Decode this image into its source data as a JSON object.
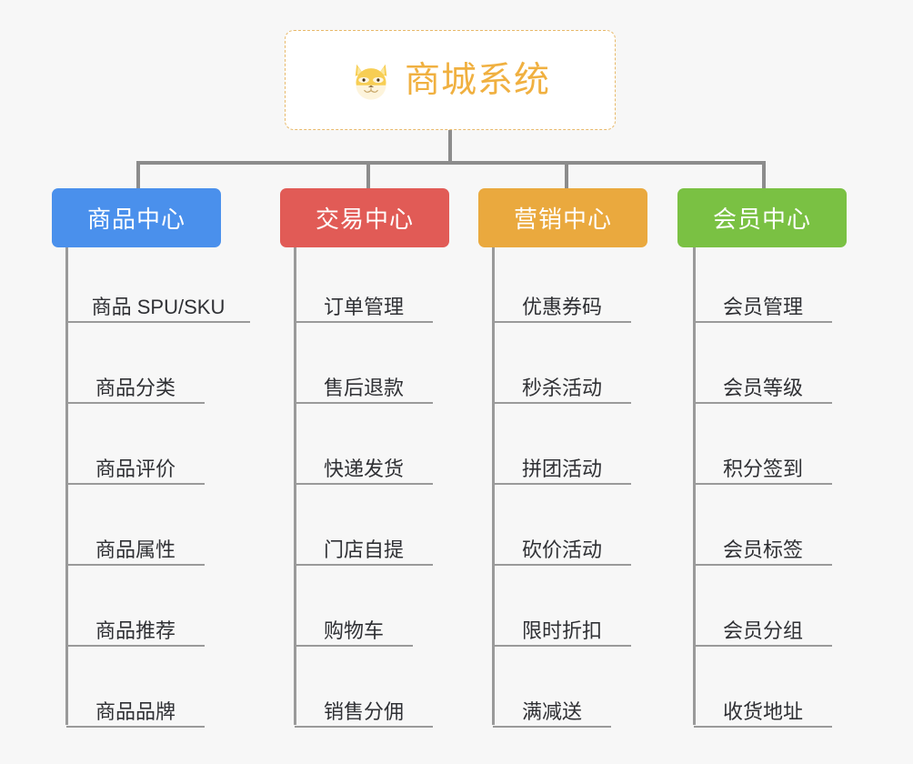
{
  "background_color": "#f7f7f7",
  "root": {
    "title": "商城系统",
    "icon": "shiba-dog-face-icon",
    "text_color": "#f0b040",
    "border_color": "#e8b96a",
    "fill_color": "#ffffff"
  },
  "connector_color": "#8c8c8c",
  "trunk_color": "#9a9a9a",
  "leaf_text_color": "#2f3034",
  "categories": [
    {
      "label": "商品中心",
      "color": "#4a90ec",
      "items": [
        "商品 SPU/SKU",
        "商品分类",
        "商品评价",
        "商品属性",
        "商品推荐",
        "商品品牌"
      ]
    },
    {
      "label": "交易中心",
      "color": "#e15b56",
      "items": [
        "订单管理",
        "售后退款",
        "快递发货",
        "门店自提",
        "购物车",
        "销售分佣"
      ]
    },
    {
      "label": "营销中心",
      "color": "#eaa93e",
      "items": [
        "优惠券码",
        "秒杀活动",
        "拼团活动",
        "砍价活动",
        "限时折扣",
        "满减送"
      ]
    },
    {
      "label": "会员中心",
      "color": "#7ac143",
      "items": [
        "会员管理",
        "会员等级",
        "积分签到",
        "会员标签",
        "会员分组",
        "收货地址"
      ]
    }
  ]
}
